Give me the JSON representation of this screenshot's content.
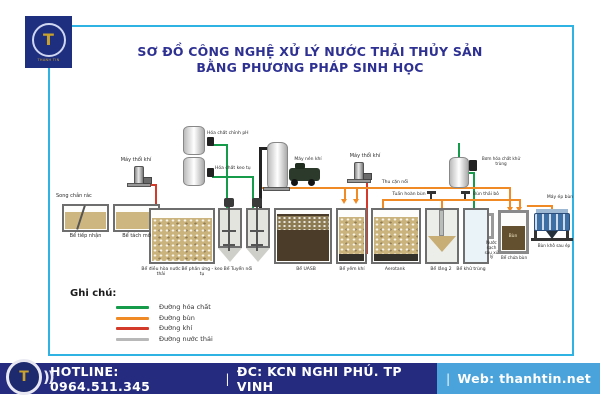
{
  "logo": {
    "letter": "T",
    "name": "THANH TIN"
  },
  "title": {
    "line1": "SƠ ĐỒ CÔNG NGHỆ XỬ LÝ NƯỚC THẢI THỦY SẢN",
    "line2": "BẰNG PHƯƠNG PHÁP SINH HỌC"
  },
  "diagram": {
    "labels": {
      "song_chan_rac": "Song chắn rác",
      "may_thoi_khi_1": "Máy thổi khí",
      "may_thoi_khi_2": "Máy thổi khí",
      "hoa_chat_chinh_ph": "Hóa chất chỉnh pH",
      "hoa_chat_keo_tu": "Hóa chất keo tụ",
      "may_nen_khi": "Máy nén khí",
      "thu_can_noi": "Thu cặn nổi",
      "tuan_hoan_bun": "Tuần hoàn bùn",
      "bun_thai_bo": "Bùn thải bỏ",
      "bom_hoa_chat_khu_trung": "Bơm hóa chất khử trùng",
      "nuoc_sach_sau_xu_ly": "Nước sạch sau xử lý",
      "bun": "Bùn",
      "may_ep_bun": "Máy ép bùn",
      "bun_kho_sau_ep": "Bùn khô sau ép"
    },
    "tanks": [
      {
        "label": "Bể tiếp nhận"
      },
      {
        "label": "Bể tách mỡ"
      },
      {
        "label": "Bể điều hòa nước thải"
      },
      {
        "label": "Bể phản ứng - keo tụ"
      },
      {
        "label": "Bể Tuyển nổi"
      },
      {
        "label": "Bể UASB"
      },
      {
        "label": "Bể yếm khí"
      },
      {
        "label": "Aerotank"
      },
      {
        "label": "Bể lắng 2"
      },
      {
        "label": "Bể khử trùng"
      },
      {
        "label": "Bể chứa bùn"
      }
    ]
  },
  "legend": {
    "title": "Ghi chú:",
    "items": [
      {
        "label": "Đường hóa chất",
        "color": "#169b4b"
      },
      {
        "label": "Đường bùn",
        "color": "#f08a24"
      },
      {
        "label": "Đường khí",
        "color": "#d43a2a"
      },
      {
        "label": "Đường nước thải",
        "color": "#b8b8b8"
      }
    ]
  },
  "footer": {
    "hotline": "HOTLINE: 0964.511.345",
    "address": "ĐC: KCN NGHI PHÚ. TP VINH",
    "web": "Web: thanhtin.net",
    "sep": "|"
  }
}
